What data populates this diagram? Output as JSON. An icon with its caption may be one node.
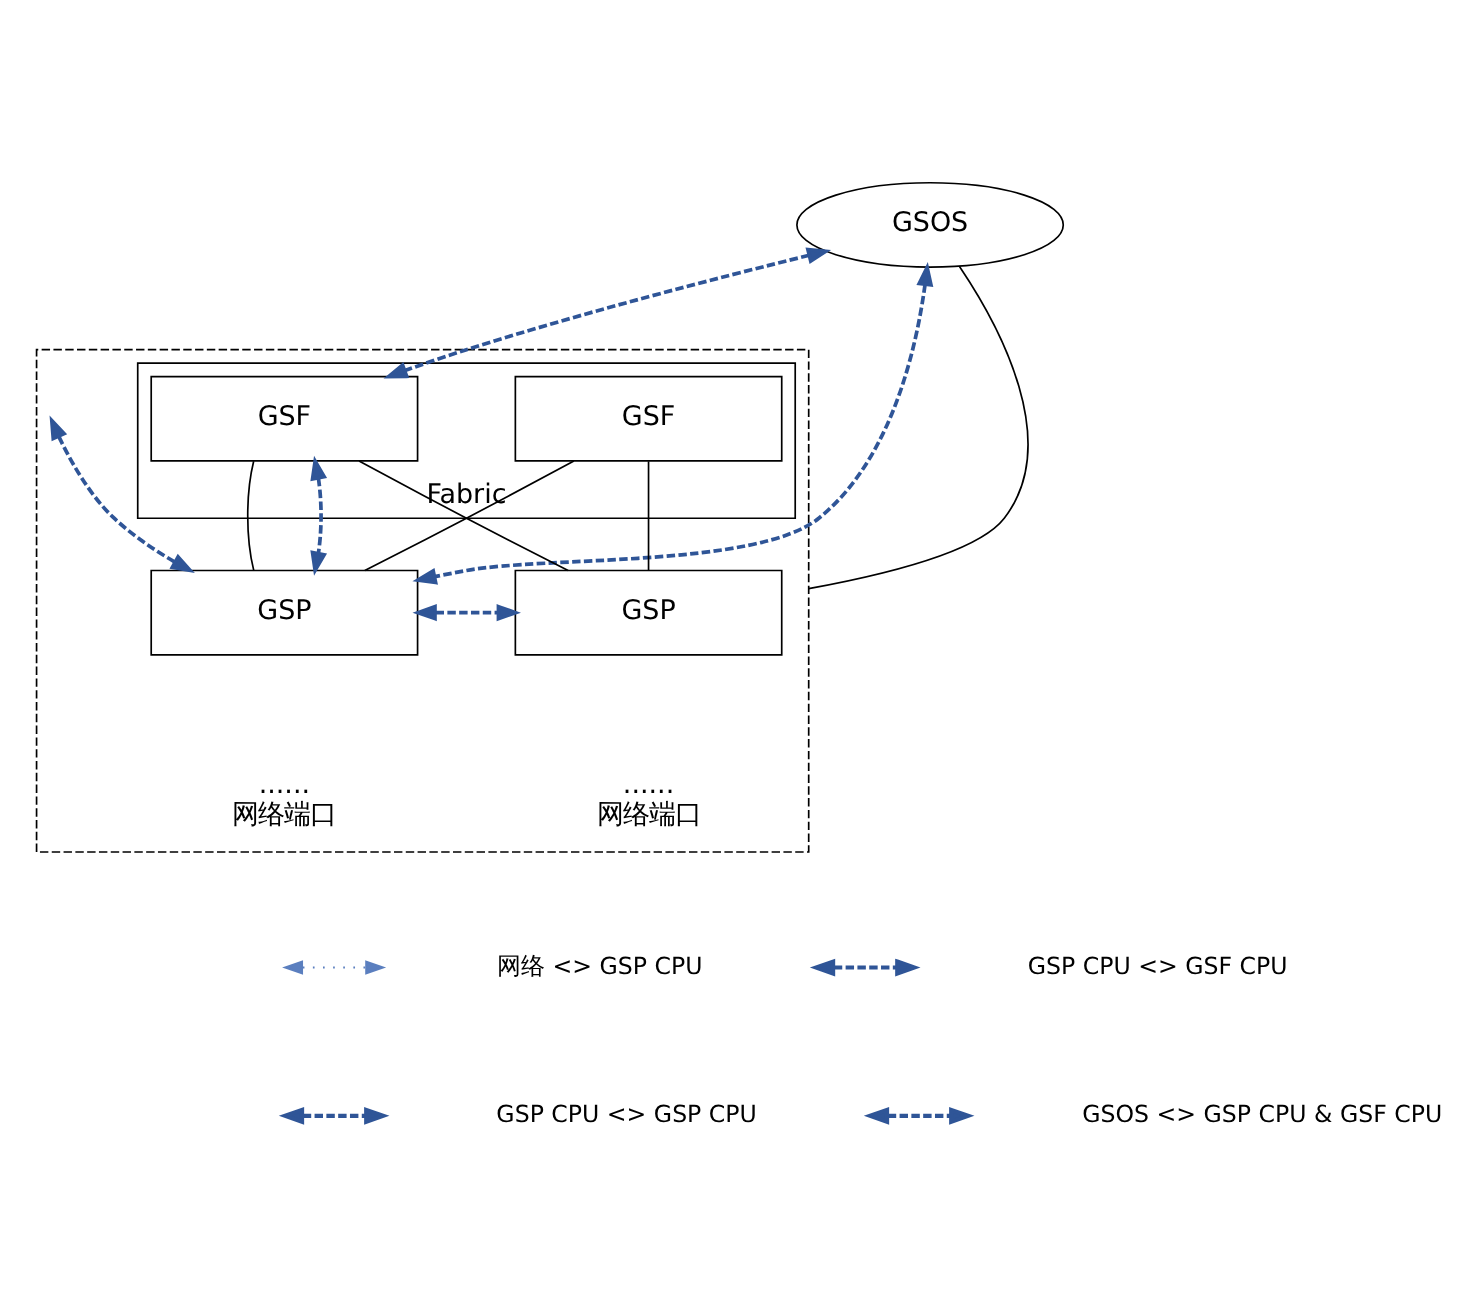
{
  "diagram": {
    "nodes": [
      {
        "text": [
          "GSOS"
        ]
      },
      {
        "text": [],
        "shape": "box"
      },
      {
        "text": [
          "Fabric"
        ],
        "in": 1
      },
      {
        "text": [
          "GSF"
        ],
        "in": 2
      },
      {
        "text": [
          "GSF"
        ],
        "in": 2
      },
      {
        "text": [
          "GSP"
        ],
        "in": 1,
        "beside": [
          "......",
          "网络端口"
        ]
      },
      {
        "text": [
          "GSP"
        ],
        "in": 1,
        "beside": [
          "......",
          "网络端口"
        ]
      }
    ],
    "edges": [
      {
        "from": 0,
        "to": 1,
        "arrow": "none",
        "color": "#000000"
      },
      {
        "from": 3,
        "to": 5,
        "arrow": "none",
        "color": "#000000"
      },
      {
        "from": 3,
        "to": 6,
        "arrow": "none",
        "color": "#000000"
      },
      {
        "from": 4,
        "to": 5,
        "arrow": "none",
        "color": "#000000"
      },
      {
        "from": 4,
        "to": 6,
        "arrow": "none",
        "color": "#000000"
      },
      {
        "from": 0,
        "to": 3,
        "arrow": "both",
        "style": "dashed",
        "color": "#2f5597"
      },
      {
        "from": 0,
        "to": 5,
        "arrow": "both",
        "style": "dashed",
        "color": "#2f5597"
      },
      {
        "from": 3,
        "to": 5,
        "arrow": "both",
        "style": "dashed",
        "color": "#2f5597"
      },
      {
        "from": 5,
        "to": 6,
        "arrow": "both",
        "style": "dashed",
        "color": "#2f5597"
      },
      {
        "from": null,
        "to": 5,
        "arrow": "both",
        "style": "dashed",
        "color": "#2f5597"
      }
    ],
    "legend": [
      {
        "text": "网络 <> GSP CPU"
      },
      {
        "text": "GSP CPU <> GSF CPU"
      },
      {
        "text": "GSP CPU <> GSP CPU"
      },
      {
        "text": "GSOS <> GSP CPU & GSF CPU"
      }
    ]
  }
}
